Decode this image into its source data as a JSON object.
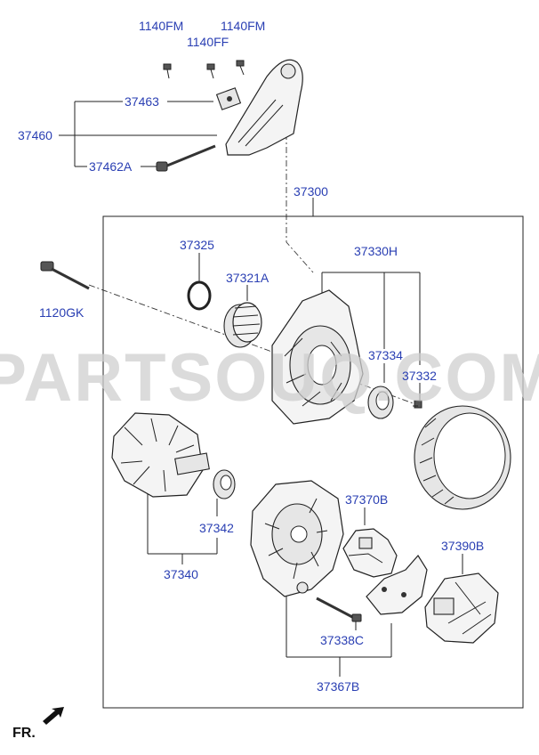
{
  "watermark": "PARTSOUQ.COM",
  "direction_label": "FR.",
  "labels": {
    "p1140fm_a": "1140FM",
    "p1140fm_b": "1140FM",
    "p1140ff": "1140FF",
    "p37463": "37463",
    "p37460": "37460",
    "p37462a": "37462A",
    "p37300": "37300",
    "p37325": "37325",
    "p37321a": "37321A",
    "p37330h": "37330H",
    "p1120gk": "1120GK",
    "p37334": "37334",
    "p37332": "37332",
    "p37370b": "37370B",
    "p37342": "37342",
    "p37340": "37340",
    "p37390b": "37390B",
    "p37338c": "37338C",
    "p37367b": "37367B"
  },
  "colors": {
    "label": "#2a3fb3",
    "line": "#222222",
    "watermark": "#cfcfcf"
  }
}
